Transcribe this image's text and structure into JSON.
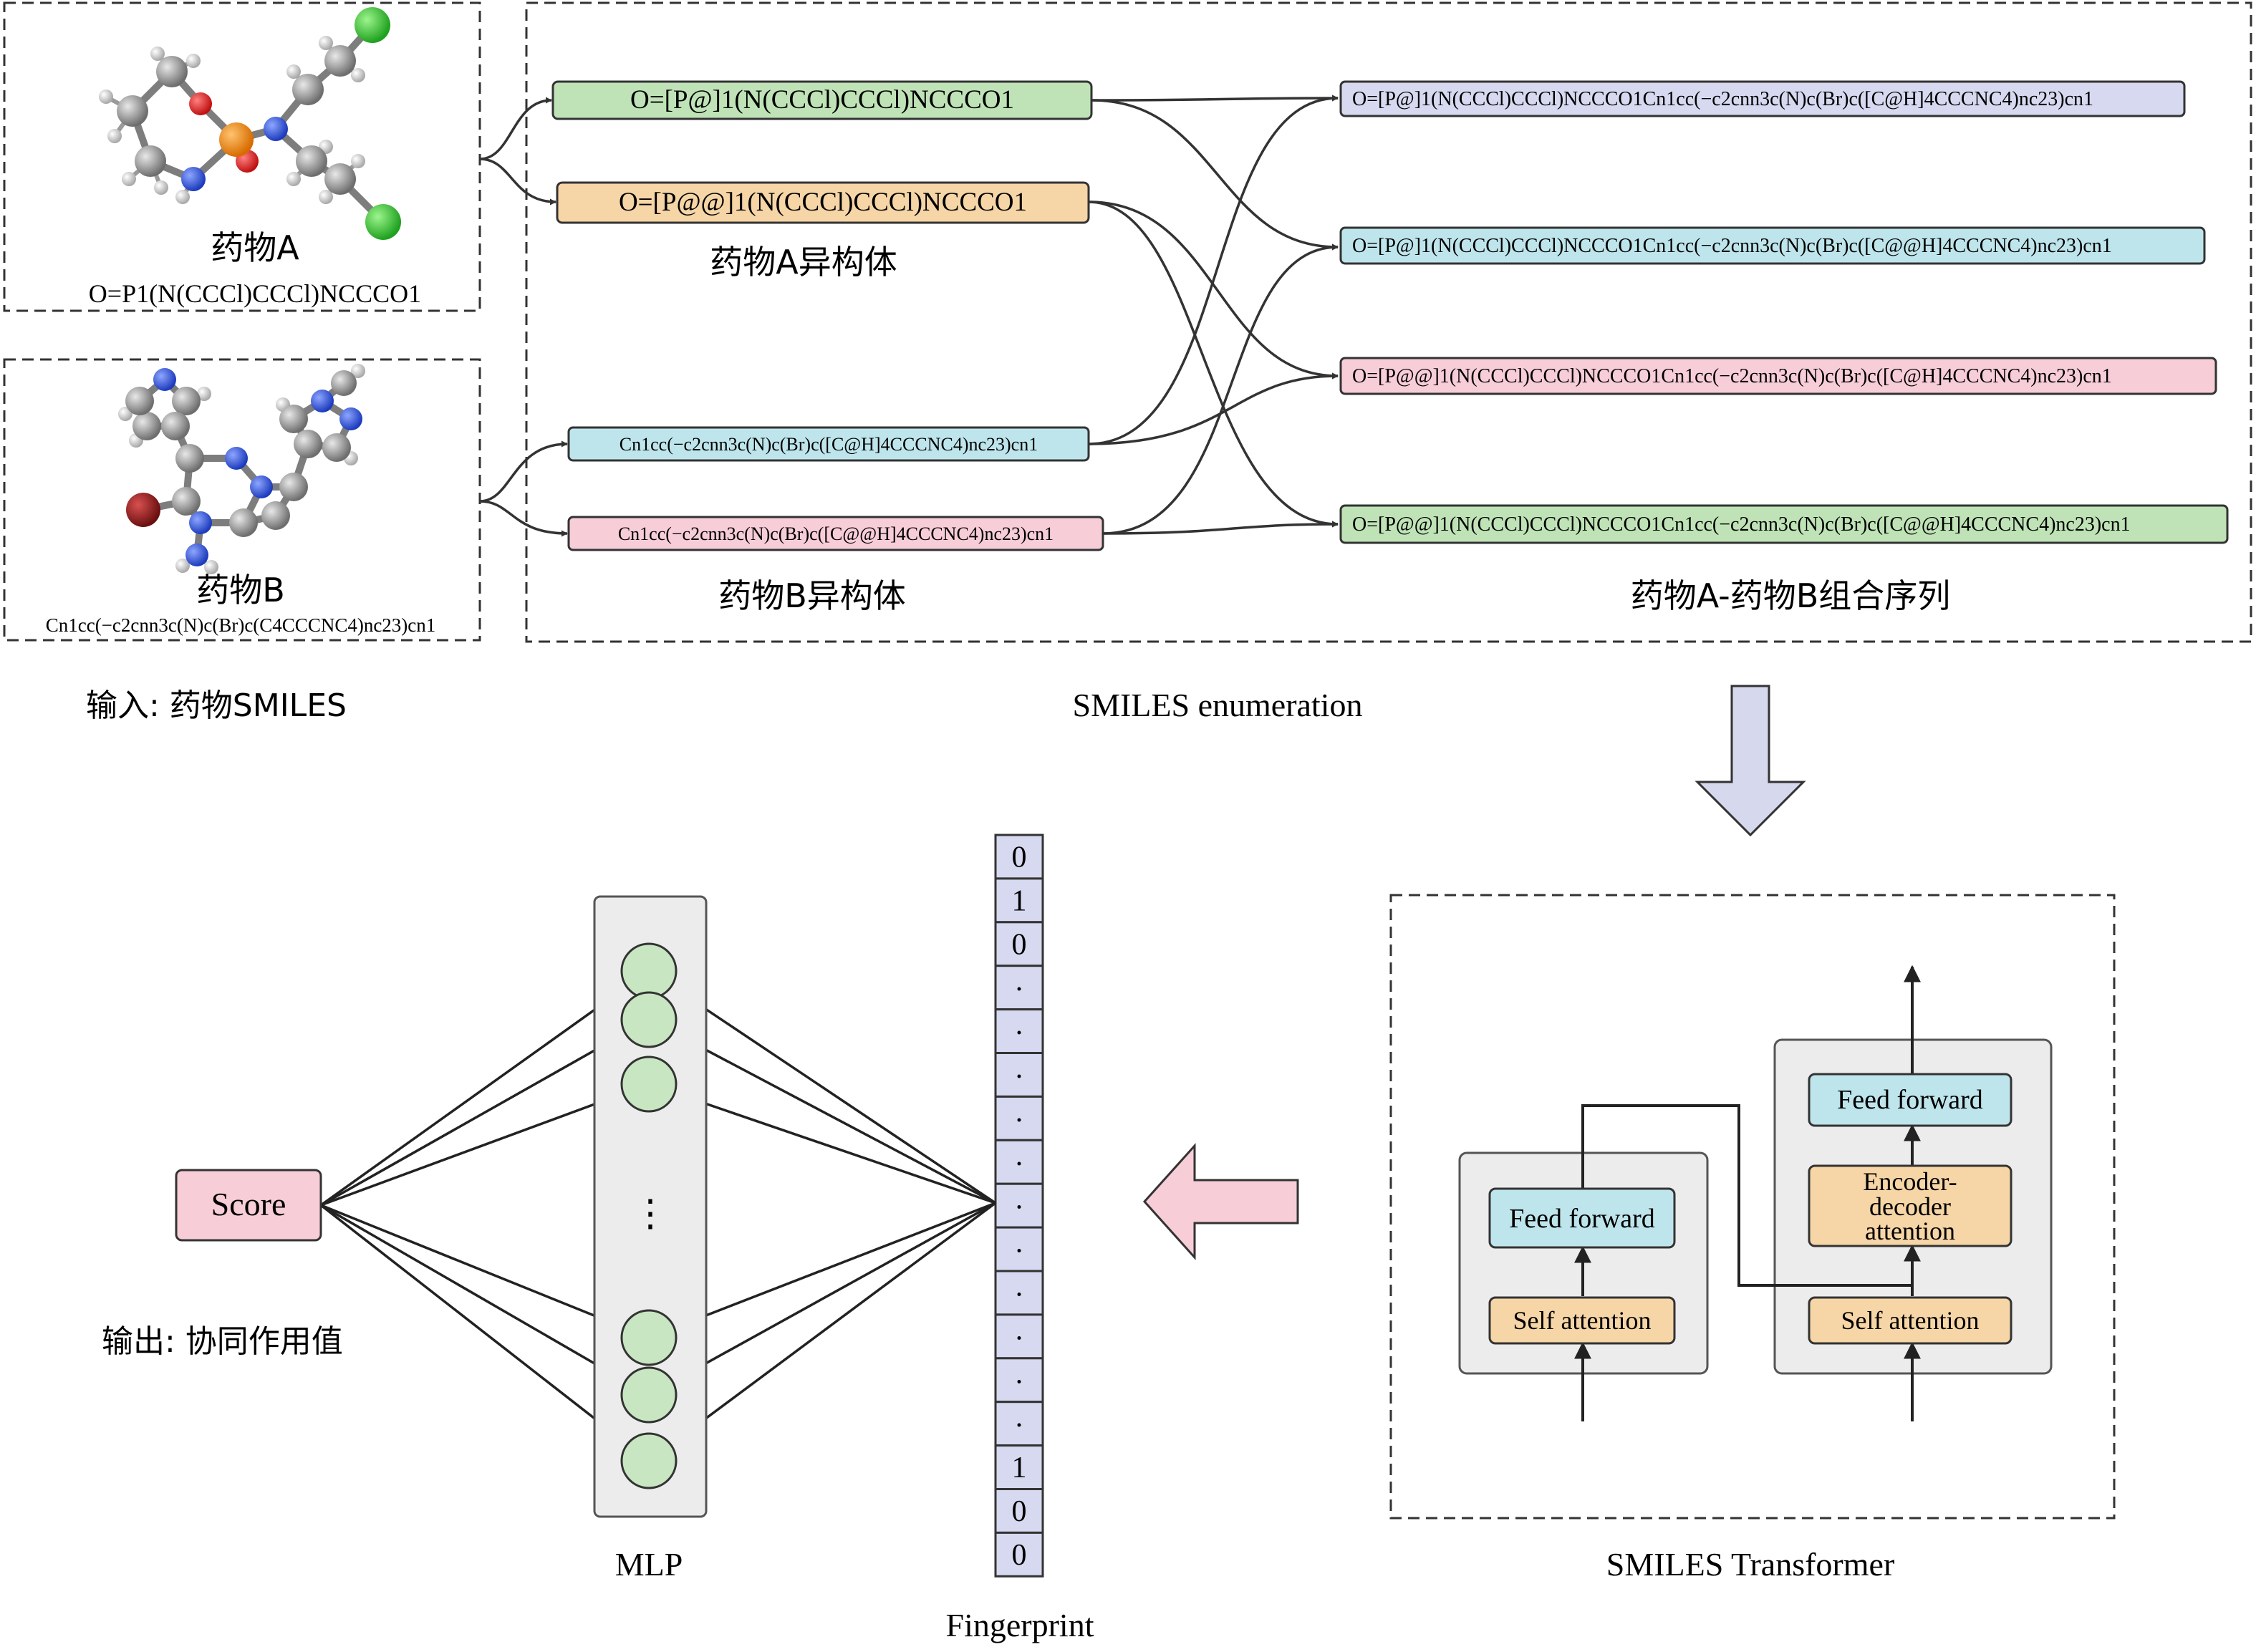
{
  "input_section": {
    "drug_a": {
      "name": "药物A",
      "smiles": "O=P1(N(CCCl)CCCl)NCCCO1"
    },
    "drug_b": {
      "name": "药物B",
      "smiles": "Cn1cc(−c2cnn3c(N)c(Br)c(C4CCCNC4)nc23)cn1"
    },
    "caption": "输入: 药物SMILES"
  },
  "enumeration": {
    "isomers_a": [
      "O=[P@]1(N(CCCl)CCCl)NCCCO1",
      "O=[P@@]1(N(CCCl)CCCl)NCCCO1"
    ],
    "isomers_a_label": "药物A异构体",
    "isomers_b": [
      "Cn1cc(−c2cnn3c(N)c(Br)c([C@H]4CCCNC4)nc23)cn1",
      "Cn1cc(−c2cnn3c(N)c(Br)c([C@@H]4CCCNC4)nc23)cn1"
    ],
    "isomers_b_label": "药物B异构体",
    "combos": [
      "O=[P@]1(N(CCCl)CCCl)NCCCO1Cn1cc(−c2cnn3c(N)c(Br)c([C@H]4CCCNC4)nc23)cn1",
      "O=[P@]1(N(CCCl)CCCl)NCCCO1Cn1cc(−c2cnn3c(N)c(Br)c([C@@H]4CCCNC4)nc23)cn1",
      "O=[P@@]1(N(CCCl)CCCl)NCCCO1Cn1cc(−c2cnn3c(N)c(Br)c([C@H]4CCCNC4)nc23)cn1",
      "O=[P@@]1(N(CCCl)CCCl)NCCCO1Cn1cc(−c2cnn3c(N)c(Br)c([C@@H]4CCCNC4)nc23)cn1"
    ],
    "combos_label": "药物A-药物B组合序列",
    "caption": "SMILES enumeration"
  },
  "transformer": {
    "encoder": {
      "feed_forward": "Feed forward",
      "self_attention": "Self attention"
    },
    "decoder": {
      "feed_forward": "Feed forward",
      "cross_attention": "Encoder-decoder attention",
      "cross_attention_lines": [
        "Encoder-",
        "decoder",
        "attention"
      ],
      "self_attention": "Self attention"
    },
    "caption": "SMILES Transformer"
  },
  "fingerprint": {
    "bits": [
      "0",
      "1",
      "0",
      ".",
      ".",
      ".",
      ".",
      ".",
      ".",
      ".",
      ".",
      ".",
      ".",
      ".",
      "1",
      "0",
      "0"
    ],
    "caption": "Fingerprint"
  },
  "mlp": {
    "caption": "MLP",
    "ellipsis": "⋮"
  },
  "output": {
    "score": "Score",
    "caption": "输出: 协同作用值"
  },
  "colors": {
    "green": "#bfe3b7",
    "orange": "#f6d5a6",
    "blue": "#bfe5ec",
    "pink": "#f7cdd8",
    "lavender": "#d6d9ef",
    "node": "#c7e6c1",
    "panel": "#ededed",
    "arrow_down": "#d6d8ee",
    "arrow_left": "#f7cdd8"
  },
  "icons": [
    "molecule-a-icon",
    "molecule-b-icon",
    "down-arrow-icon",
    "left-arrow-icon"
  ]
}
